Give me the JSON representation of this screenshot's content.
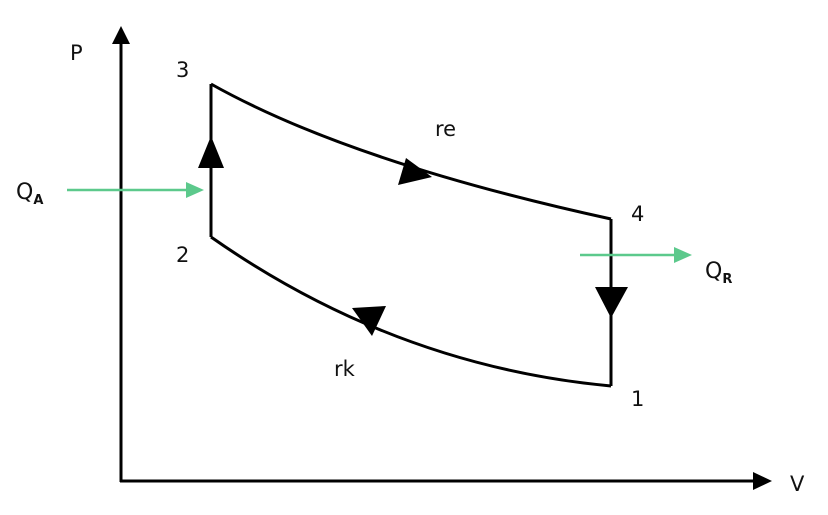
{
  "diagram": {
    "axis_labels": {
      "y": "P",
      "x": "V"
    },
    "points": {
      "p1": "1",
      "p2": "2",
      "p3": "3",
      "p4": "4"
    },
    "process_labels": {
      "expansion": "re",
      "compression": "rk"
    },
    "heat_added": {
      "main": "Q",
      "sub": "A"
    },
    "heat_rejected": {
      "main": "Q",
      "sub": "R"
    },
    "colors": {
      "line": "#000000",
      "heat_arrow": "#5cc98c",
      "text": "#111111"
    }
  }
}
